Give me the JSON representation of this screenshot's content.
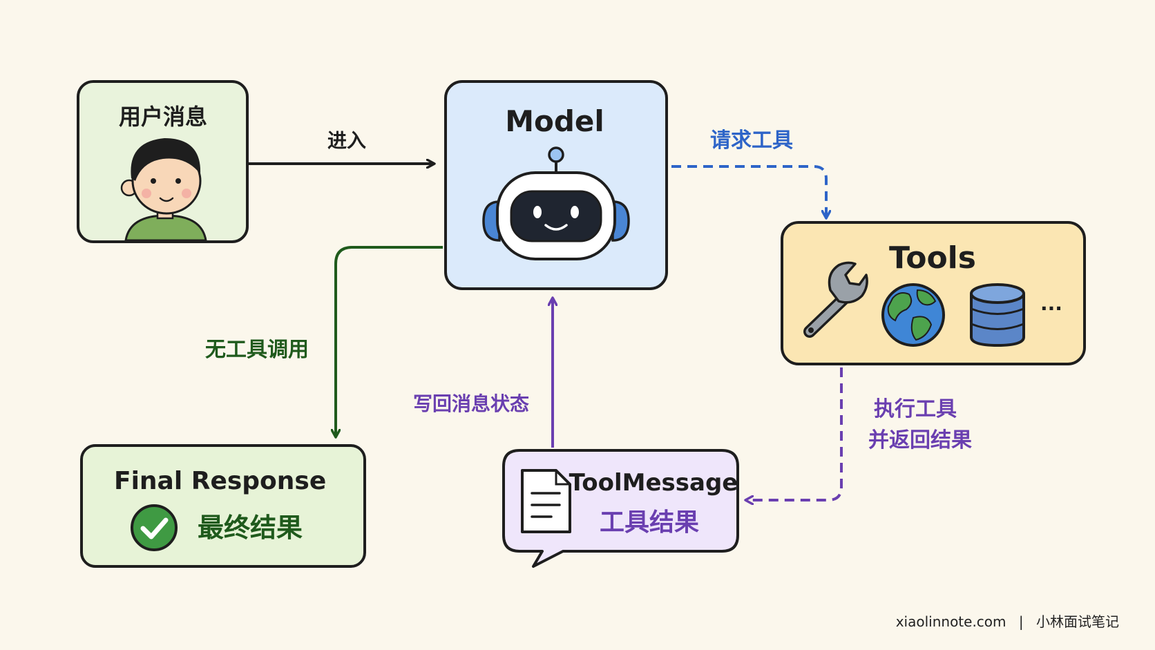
{
  "nodes": {
    "user_message": {
      "label": "用户消息"
    },
    "model": {
      "label": "Model"
    },
    "tools": {
      "label": "Tools",
      "more": "···"
    },
    "final_response": {
      "label": "Final Response",
      "sublabel": "最终结果"
    },
    "tool_message": {
      "label": "ToolMessage",
      "sublabel": "工具结果"
    }
  },
  "edges": {
    "enter": "进入",
    "request_tool": "请求工具",
    "execute_line1": "执行工具",
    "execute_line2": "并返回结果",
    "write_back": "写回消息状态",
    "no_tool_call": "无工具调用"
  },
  "footer": {
    "site": "xiaolinnote.com",
    "separator": "|",
    "brand": "小林面试笔记"
  },
  "colors": {
    "background": "#fbf7ec",
    "user_box": "#e9f3dc",
    "model_box": "#dbeafb",
    "tools_box": "#fbe6b3",
    "final_box": "#e7f3d7",
    "toolmsg_box": "#efe6fb",
    "arrow_black": "#1e1e1e",
    "arrow_blue": "#2d64c8",
    "arrow_green": "#1f5a1c",
    "arrow_purple": "#6a3fb0"
  }
}
